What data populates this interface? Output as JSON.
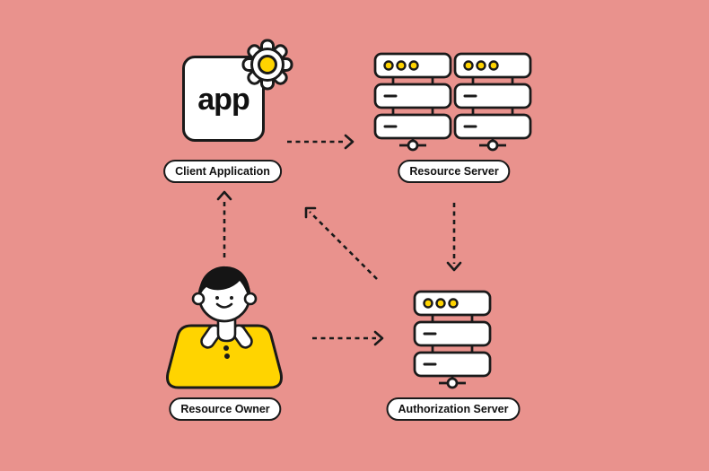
{
  "diagram": {
    "kind": "oauth-roles-flow",
    "background_color": "#E9928D",
    "accent_yellow": "#FFD400",
    "line_color": "#1a1a1a",
    "node_fill": "#ffffff"
  },
  "nodes": {
    "client_application": {
      "label": "Client Application",
      "icon": "app-with-gear-icon",
      "app_text": "app"
    },
    "resource_server": {
      "label": "Resource Server",
      "icon": "double-server-stack-icon"
    },
    "resource_owner": {
      "label": "Resource Owner",
      "icon": "person-icon"
    },
    "authorization_server": {
      "label": "Authorization Server",
      "icon": "server-stack-icon"
    }
  },
  "arrows": [
    {
      "from": "client-application",
      "to": "resource-server",
      "style": "dashed"
    },
    {
      "from": "resource-server",
      "to": "authorization-server",
      "style": "dashed"
    },
    {
      "from": "authorization-server",
      "to": "client-application",
      "style": "dashed"
    },
    {
      "from": "resource-owner",
      "to": "client-application",
      "style": "dashed"
    },
    {
      "from": "resource-owner",
      "to": "authorization-server",
      "style": "dashed"
    }
  ]
}
